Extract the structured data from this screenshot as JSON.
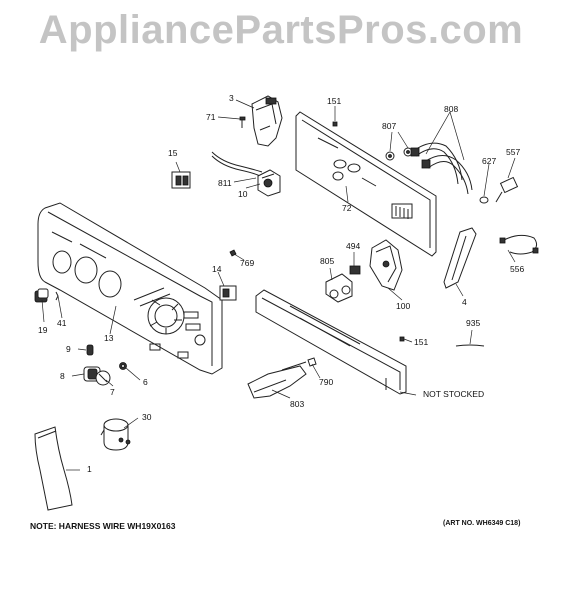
{
  "watermark": "AppliancePartsPros.com",
  "notes": {
    "harness": "NOTE: HARNESS WIRE WH19X0163",
    "art_no": "(ART NO. WH6349 C18)"
  },
  "callouts": {
    "c1": "1",
    "c3": "3",
    "c4": "4",
    "c6": "6",
    "c7": "7",
    "c8": "8",
    "c9": "9",
    "c10": "10",
    "c13": "13",
    "c14": "14",
    "c15": "15",
    "c19": "19",
    "c30": "30",
    "c41": "41",
    "c71": "71",
    "c72": "72",
    "c100": "100",
    "c151a": "151",
    "c151b": "151",
    "c494": "494",
    "c556": "556",
    "c557": "557",
    "c627": "627",
    "c769": "769",
    "c790": "790",
    "c803": "803",
    "c805": "805",
    "c807": "807",
    "c808": "808",
    "c811": "811",
    "c935": "935",
    "not_stocked": "NOT STOCKED"
  }
}
